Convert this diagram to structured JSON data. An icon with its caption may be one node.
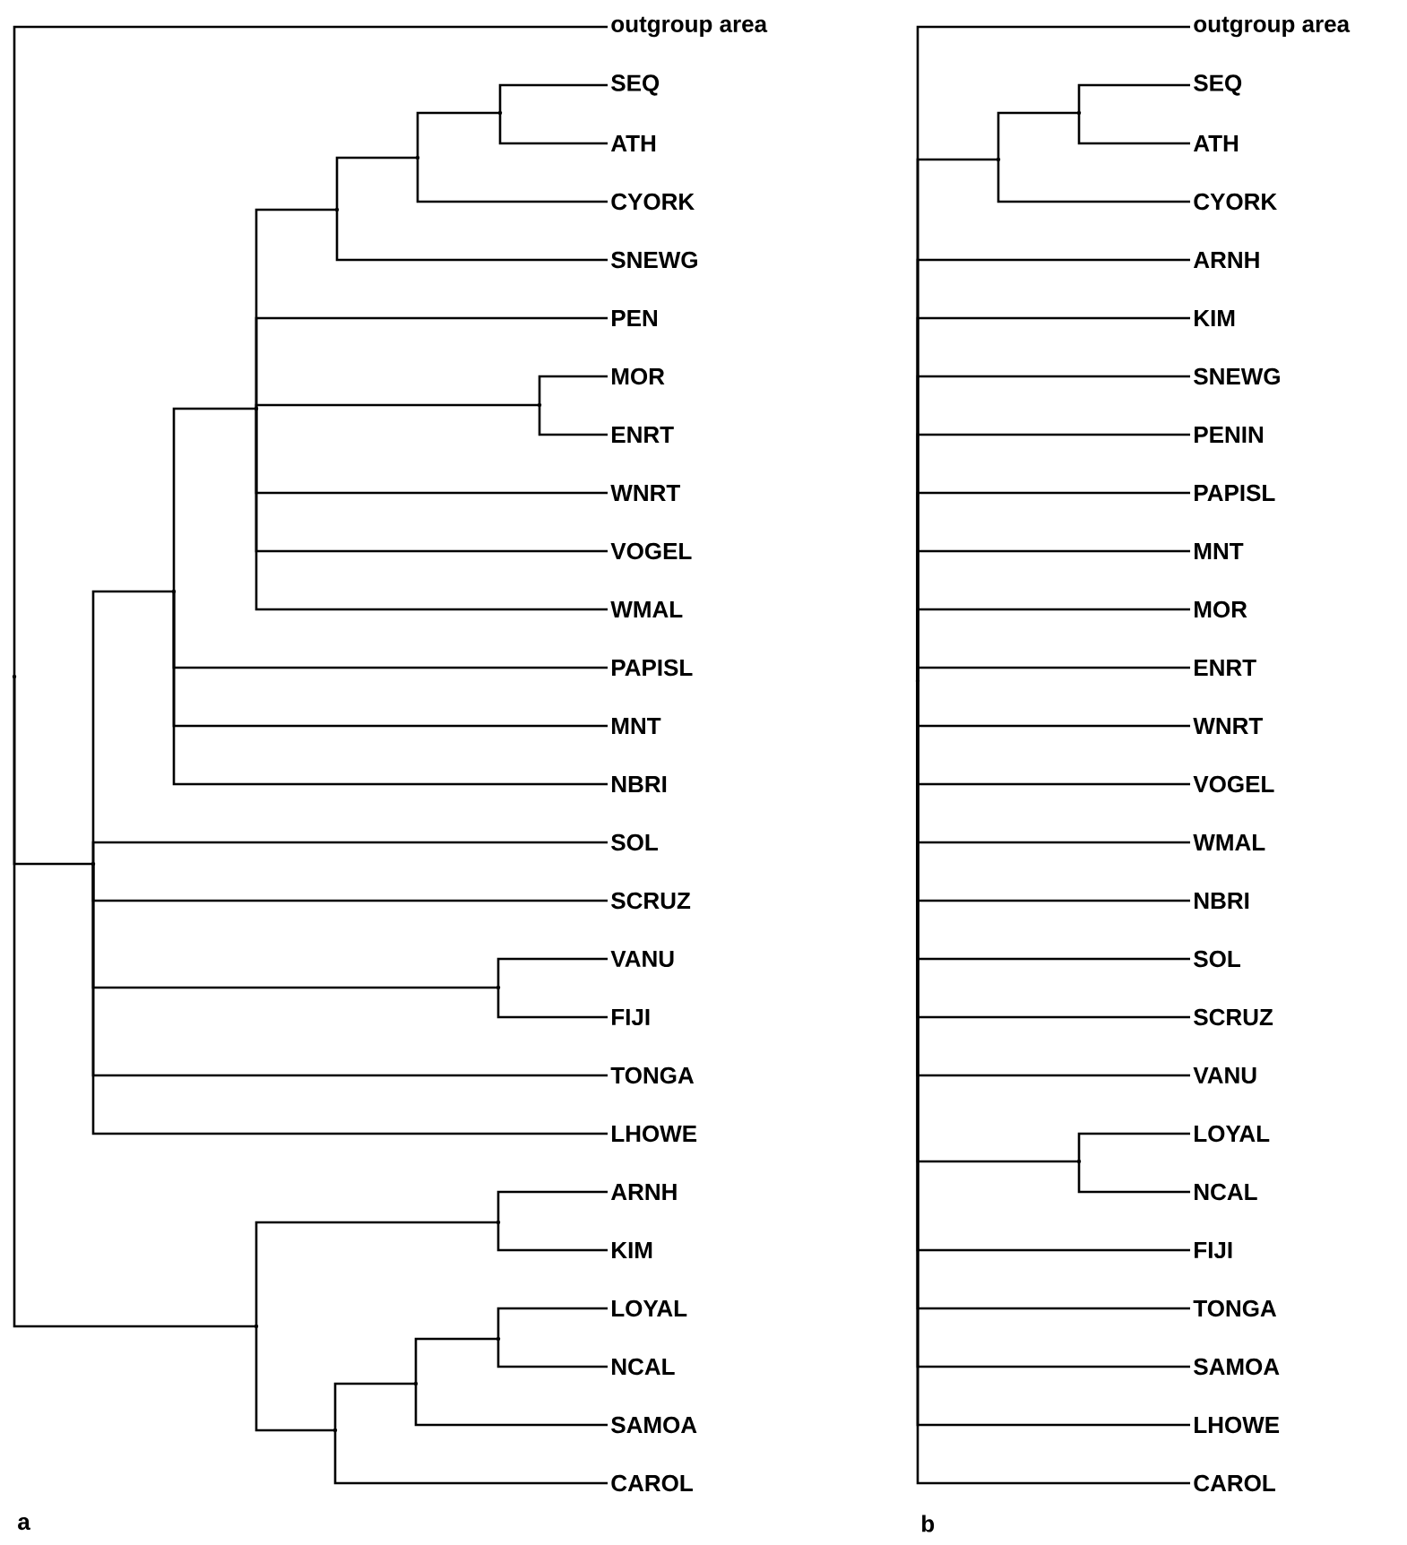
{
  "diagram": {
    "nodes": [
      {
        "text": [
          "outgroup area"
        ]
      },
      {
        "text": [
          "SEQ"
        ]
      },
      {
        "text": [
          "ATH"
        ]
      },
      {
        "text": [
          "CYORK"
        ]
      },
      {
        "text": [
          "SNEWG"
        ]
      },
      {
        "text": [
          "PEN"
        ]
      },
      {
        "text": [
          "MOR"
        ]
      },
      {
        "text": [
          "ENRT"
        ]
      },
      {
        "text": [
          "WNRT"
        ]
      },
      {
        "text": [
          "VOGEL"
        ]
      },
      {
        "text": [
          "WMAL"
        ]
      },
      {
        "text": [
          "PAPISL"
        ]
      },
      {
        "text": [
          "MNT"
        ]
      },
      {
        "text": [
          "NBRI"
        ]
      },
      {
        "text": [
          "SOL"
        ]
      },
      {
        "text": [
          "SCRUZ"
        ]
      },
      {
        "text": [
          "VANU"
        ]
      },
      {
        "text": [
          "FIJI"
        ]
      },
      {
        "text": [
          "TONGA"
        ]
      },
      {
        "text": [
          "LHOWE"
        ]
      },
      {
        "text": [
          "ARNH"
        ]
      },
      {
        "text": [
          "KIM"
        ]
      },
      {
        "text": [
          "LOYAL"
        ]
      },
      {
        "text": [
          "NCAL"
        ]
      },
      {
        "text": [
          "SAMOA"
        ]
      },
      {
        "text": [
          "CAROL"
        ]
      },
      {
        "text": [],
        "shape": "point"
      },
      {
        "text": [],
        "shape": "point"
      },
      {
        "text": [],
        "shape": "point"
      },
      {
        "text": [],
        "shape": "point"
      },
      {
        "text": [],
        "shape": "point"
      },
      {
        "text": [],
        "shape": "point"
      },
      {
        "text": [],
        "shape": "point"
      },
      {
        "text": [],
        "shape": "point"
      },
      {
        "text": [],
        "shape": "point"
      },
      {
        "text": [],
        "shape": "point"
      },
      {
        "text": [],
        "shape": "point"
      },
      {
        "text": [],
        "shape": "point"
      },
      {
        "text": [],
        "shape": "point"
      },
      {
        "text": [],
        "shape": "point"
      },
      {
        "text": [
          "outgroup area"
        ]
      },
      {
        "text": [
          "SEQ"
        ]
      },
      {
        "text": [
          "ATH"
        ]
      },
      {
        "text": [
          "CYORK"
        ]
      },
      {
        "text": [
          "ARNH"
        ]
      },
      {
        "text": [
          "KIM"
        ]
      },
      {
        "text": [
          "SNEWG"
        ]
      },
      {
        "text": [
          "PENIN"
        ]
      },
      {
        "text": [
          "PAPISL"
        ]
      },
      {
        "text": [
          "MNT"
        ]
      },
      {
        "text": [
          "MOR"
        ]
      },
      {
        "text": [
          "ENRT"
        ]
      },
      {
        "text": [
          "WNRT"
        ]
      },
      {
        "text": [
          "VOGEL"
        ]
      },
      {
        "text": [
          "WMAL"
        ]
      },
      {
        "text": [
          "NBRI"
        ]
      },
      {
        "text": [
          "SOL"
        ]
      },
      {
        "text": [
          "SCRUZ"
        ]
      },
      {
        "text": [
          "VANU"
        ]
      },
      {
        "text": [
          "LOYAL"
        ]
      },
      {
        "text": [
          "NCAL"
        ]
      },
      {
        "text": [
          "FIJI"
        ]
      },
      {
        "text": [
          "TONGA"
        ]
      },
      {
        "text": [
          "SAMOA"
        ]
      },
      {
        "text": [
          "LHOWE"
        ]
      },
      {
        "text": [
          "CAROL"
        ]
      },
      {
        "text": [],
        "shape": "point"
      },
      {
        "text": [],
        "shape": "point"
      },
      {
        "text": [],
        "shape": "point"
      },
      {
        "text": [],
        "shape": "point"
      }
    ],
    "edges": [
      {
        "from": 26,
        "to": 0,
        "arrow": "none"
      },
      {
        "from": 26,
        "to": 27,
        "arrow": "none"
      },
      {
        "from": 26,
        "to": 35,
        "arrow": "none"
      },
      {
        "from": 27,
        "to": 28,
        "arrow": "none"
      },
      {
        "from": 27,
        "to": 14,
        "arrow": "none"
      },
      {
        "from": 27,
        "to": 15,
        "arrow": "none"
      },
      {
        "from": 27,
        "to": 34,
        "arrow": "none"
      },
      {
        "from": 27,
        "to": 18,
        "arrow": "none"
      },
      {
        "from": 27,
        "to": 19,
        "arrow": "none"
      },
      {
        "from": 28,
        "to": 29,
        "arrow": "none"
      },
      {
        "from": 28,
        "to": 11,
        "arrow": "none"
      },
      {
        "from": 28,
        "to": 12,
        "arrow": "none"
      },
      {
        "from": 28,
        "to": 13,
        "arrow": "none"
      },
      {
        "from": 29,
        "to": 30,
        "arrow": "none"
      },
      {
        "from": 29,
        "to": 5,
        "arrow": "none"
      },
      {
        "from": 29,
        "to": 33,
        "arrow": "none"
      },
      {
        "from": 29,
        "to": 8,
        "arrow": "none"
      },
      {
        "from": 29,
        "to": 9,
        "arrow": "none"
      },
      {
        "from": 29,
        "to": 10,
        "arrow": "none"
      },
      {
        "from": 30,
        "to": 31,
        "arrow": "none"
      },
      {
        "from": 30,
        "to": 4,
        "arrow": "none"
      },
      {
        "from": 31,
        "to": 32,
        "arrow": "none"
      },
      {
        "from": 31,
        "to": 3,
        "arrow": "none"
      },
      {
        "from": 32,
        "to": 1,
        "arrow": "none"
      },
      {
        "from": 32,
        "to": 2,
        "arrow": "none"
      },
      {
        "from": 33,
        "to": 6,
        "arrow": "none"
      },
      {
        "from": 33,
        "to": 7,
        "arrow": "none"
      },
      {
        "from": 34,
        "to": 16,
        "arrow": "none"
      },
      {
        "from": 34,
        "to": 17,
        "arrow": "none"
      },
      {
        "from": 35,
        "to": 36,
        "arrow": "none"
      },
      {
        "from": 35,
        "to": 37,
        "arrow": "none"
      },
      {
        "from": 36,
        "to": 20,
        "arrow": "none"
      },
      {
        "from": 36,
        "to": 21,
        "arrow": "none"
      },
      {
        "from": 37,
        "to": 38,
        "arrow": "none"
      },
      {
        "from": 37,
        "to": 25,
        "arrow": "none"
      },
      {
        "from": 38,
        "to": 39,
        "arrow": "none"
      },
      {
        "from": 38,
        "to": 24,
        "arrow": "none"
      },
      {
        "from": 39,
        "to": 22,
        "arrow": "none"
      },
      {
        "from": 39,
        "to": 23,
        "arrow": "none"
      },
      {
        "from": 66,
        "to": 40,
        "arrow": "none"
      },
      {
        "from": 66,
        "to": 67,
        "arrow": "none"
      },
      {
        "from": 66,
        "to": 44,
        "arrow": "none"
      },
      {
        "from": 66,
        "to": 45,
        "arrow": "none"
      },
      {
        "from": 66,
        "to": 46,
        "arrow": "none"
      },
      {
        "from": 66,
        "to": 47,
        "arrow": "none"
      },
      {
        "from": 66,
        "to": 48,
        "arrow": "none"
      },
      {
        "from": 66,
        "to": 49,
        "arrow": "none"
      },
      {
        "from": 66,
        "to": 50,
        "arrow": "none"
      },
      {
        "from": 66,
        "to": 51,
        "arrow": "none"
      },
      {
        "from": 66,
        "to": 52,
        "arrow": "none"
      },
      {
        "from": 66,
        "to": 53,
        "arrow": "none"
      },
      {
        "from": 66,
        "to": 54,
        "arrow": "none"
      },
      {
        "from": 66,
        "to": 55,
        "arrow": "none"
      },
      {
        "from": 66,
        "to": 56,
        "arrow": "none"
      },
      {
        "from": 66,
        "to": 57,
        "arrow": "none"
      },
      {
        "from": 66,
        "to": 58,
        "arrow": "none"
      },
      {
        "from": 66,
        "to": 69,
        "arrow": "none"
      },
      {
        "from": 66,
        "to": 61,
        "arrow": "none"
      },
      {
        "from": 66,
        "to": 62,
        "arrow": "none"
      },
      {
        "from": 66,
        "to": 63,
        "arrow": "none"
      },
      {
        "from": 66,
        "to": 64,
        "arrow": "none"
      },
      {
        "from": 66,
        "to": 65,
        "arrow": "none"
      },
      {
        "from": 67,
        "to": 68,
        "arrow": "none"
      },
      {
        "from": 67,
        "to": 43,
        "arrow": "none"
      },
      {
        "from": 68,
        "to": 41,
        "arrow": "none"
      },
      {
        "from": 68,
        "to": 42,
        "arrow": "none"
      },
      {
        "from": 69,
        "to": 59,
        "arrow": "none"
      },
      {
        "from": 69,
        "to": 60,
        "arrow": "none"
      }
    ],
    "labels": [
      "a",
      "b"
    ]
  }
}
